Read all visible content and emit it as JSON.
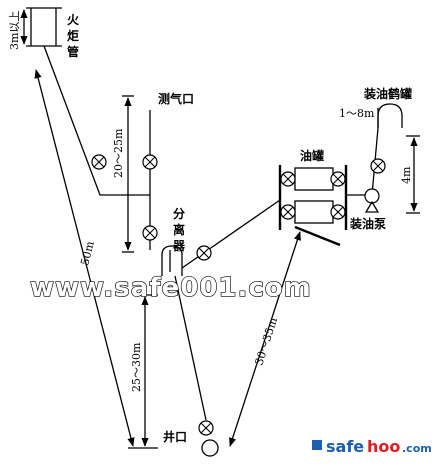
{
  "labels": {
    "flare_stack": "火炬管",
    "gas_port": "测气口",
    "separator": "分离器",
    "oil_tank": "油罐",
    "crane_tube": "装油鹤罐",
    "pump": "装油泵",
    "wellhead": "井口"
  },
  "dimensions": {
    "flare_height": "3m以上",
    "gas_pipe": "20～25m",
    "flare_distance": "50m",
    "separator_distance": "25～30m",
    "tank_distance": "30～35m",
    "crane_height": "4m",
    "crane_reach": "1～8m"
  },
  "watermark": {
    "main": "www.safe001.com",
    "logo_part1": "safe",
    "logo_part2": "hoo",
    "logo_part3": ".com"
  }
}
